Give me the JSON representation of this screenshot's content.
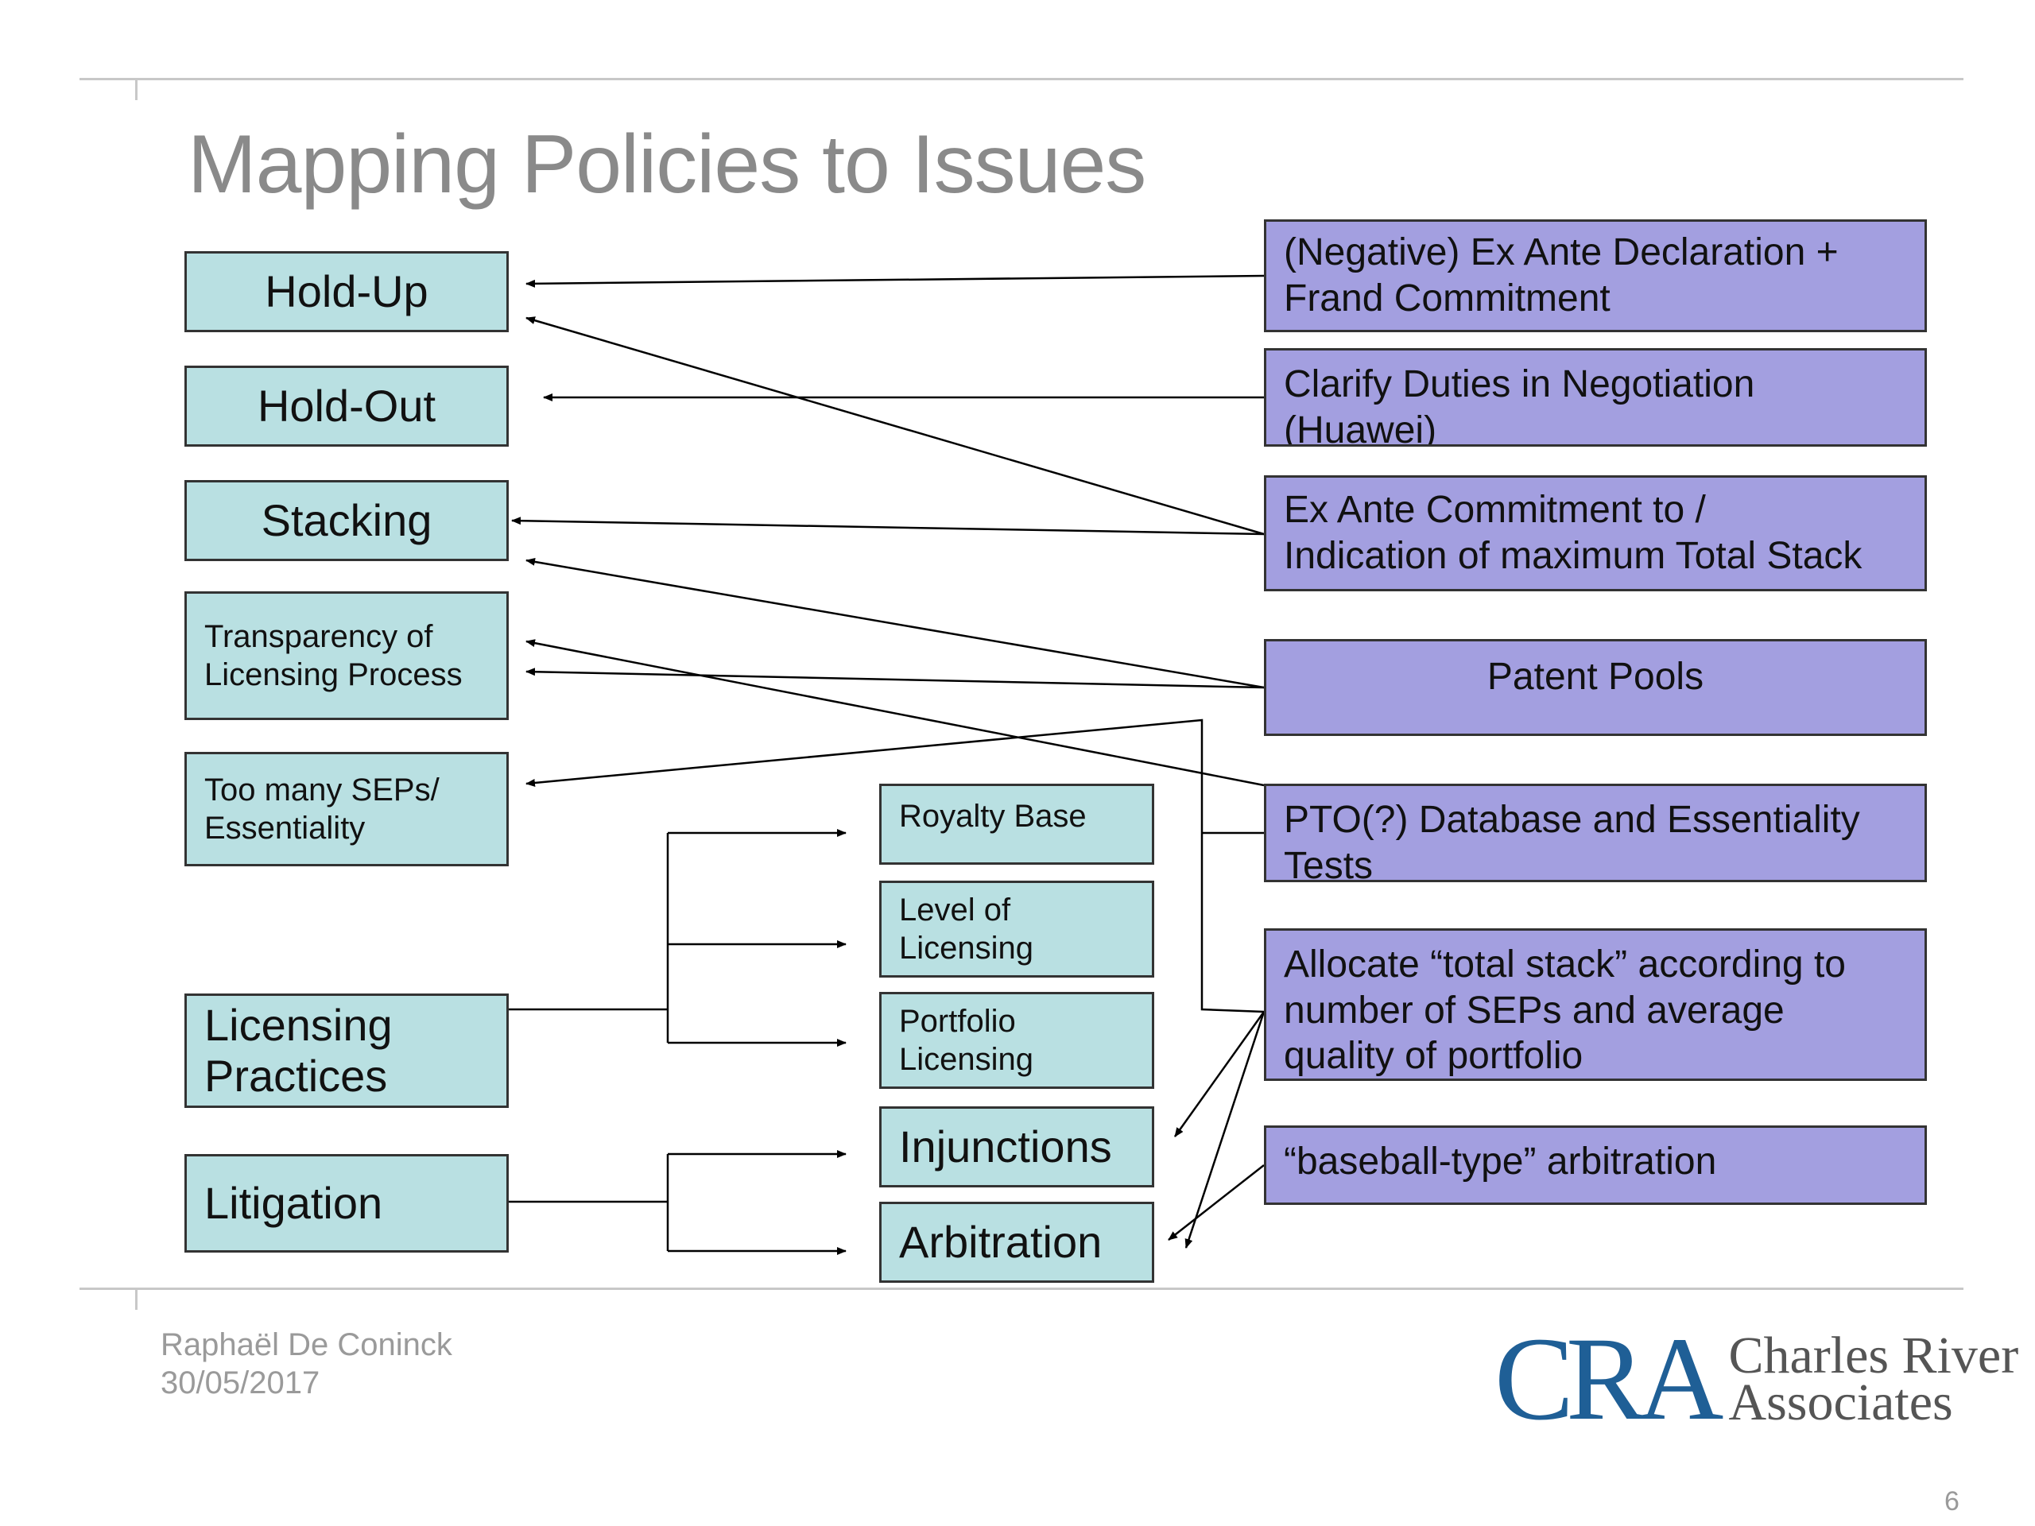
{
  "slide": {
    "title": "Mapping Policies to Issues",
    "page_number": "6",
    "colors": {
      "issue_fill": "#b9e0e2",
      "policy_fill": "#a39fe0",
      "title": "#8a8a8a",
      "logo": "#1f5f96"
    }
  },
  "issues": {
    "hold_up": "Hold-Up",
    "hold_out": "Hold-Out",
    "stacking": "Stacking",
    "transparency": "Transparency of\nLicensing Process",
    "too_many": "Too many SEPs/\nEssentiality",
    "licensing_practices": "Licensing\nPractices",
    "litigation": "Litigation"
  },
  "sub_issues": {
    "royalty_base": "Royalty Base",
    "level": "Level of\nLicensing",
    "portfolio": "Portfolio\nLicensing",
    "injunctions": "Injunctions",
    "arbitration": "Arbitration"
  },
  "policies": {
    "negative": "(Negative) Ex Ante Declaration +\nFrand Commitment",
    "clarify": "Clarify Duties in Negotiation\n(Huawei)",
    "ex_ante": "Ex Ante Commitment to /\nIndication of maximum Total Stack",
    "pools": "Patent Pools",
    "pto": "PTO(?) Database and Essentiality\nTests",
    "allocate": "Allocate “total stack” according to\nnumber of SEPs and average\nquality of portfolio",
    "baseball": "“baseball-type” arbitration"
  },
  "footer": {
    "author": "Raphaël De Coninck",
    "date": "30/05/2017"
  },
  "logo": {
    "mark": "CRA",
    "name": "Charles River\nAssociates"
  }
}
